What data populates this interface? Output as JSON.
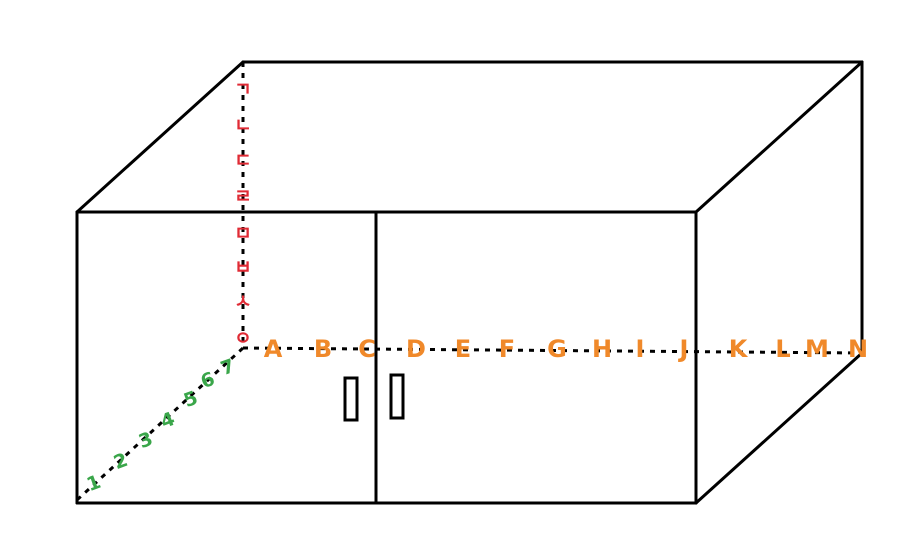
{
  "x_axis_labels": [
    "A",
    "B",
    "C",
    "D",
    "E",
    "F",
    "G",
    "H",
    "I",
    "J",
    "K",
    "L",
    "M",
    "N"
  ],
  "depth_axis_labels": [
    "1",
    "2",
    "3",
    "4",
    "5",
    "6",
    "7"
  ],
  "vertical_axis_labels": [
    "ㄱ",
    "ㄴ",
    "ㄷ",
    "ㄹ",
    "ㅁ",
    "ㅂ",
    "ㅅ",
    "ㅇ"
  ],
  "colors": {
    "outline": "#000000",
    "x_axis": "#f0892a",
    "depth_axis": "#3aa64a",
    "vertical_axis": "#e02b35",
    "background": "#ffffff"
  }
}
